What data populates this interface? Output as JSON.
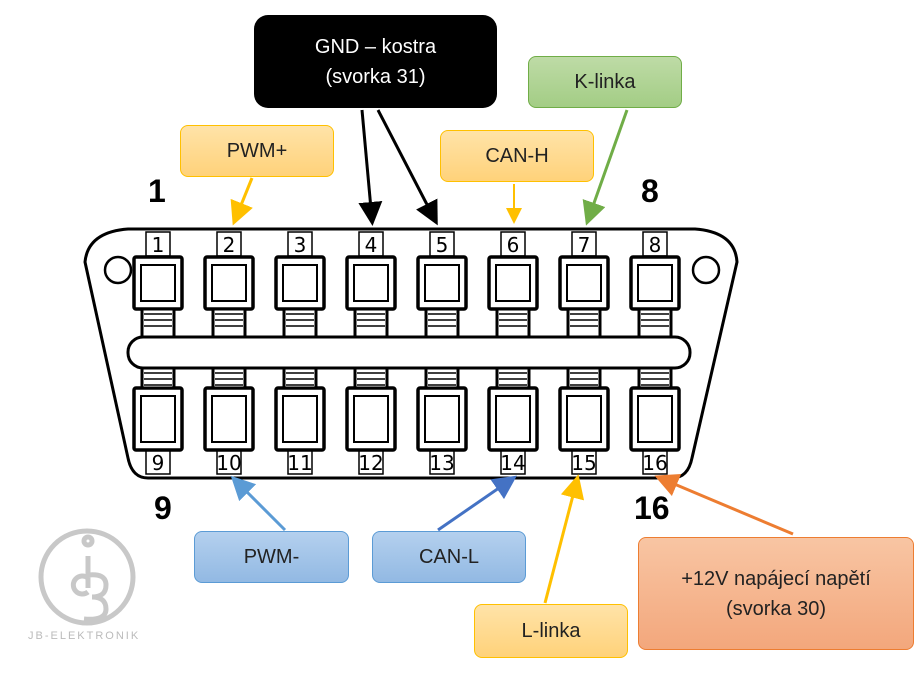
{
  "pins_top": [
    "1",
    "2",
    "3",
    "4",
    "5",
    "6",
    "7",
    "8"
  ],
  "pins_bottom": [
    "9",
    "10",
    "11",
    "12",
    "13",
    "14",
    "15",
    "16"
  ],
  "corner_labels": {
    "first": "1",
    "eighth": "8",
    "ninth": "9",
    "sixteenth": "16"
  },
  "callouts": {
    "gnd": {
      "line1": "GND – kostra",
      "line2": "(svorka 31)",
      "color": "#000000"
    },
    "k_linka": {
      "label": "K-linka",
      "color": "#70ad47"
    },
    "pwm_plus": {
      "label": "PWM+",
      "color": "#ffc000"
    },
    "can_h": {
      "label": "CAN-H",
      "color": "#ffc000"
    },
    "pwm_minus": {
      "label": "PWM-",
      "color": "#5b9bd5"
    },
    "can_l": {
      "label": "CAN-L",
      "color": "#4472c4"
    },
    "l_linka": {
      "label": "L-linka",
      "color": "#ffc000"
    },
    "v12": {
      "line1": "+12V napájecí napětí",
      "line2": "(svorka 30)",
      "color": "#ed7d31"
    }
  },
  "logo": {
    "text": "JB-ELEKTRONIK"
  }
}
